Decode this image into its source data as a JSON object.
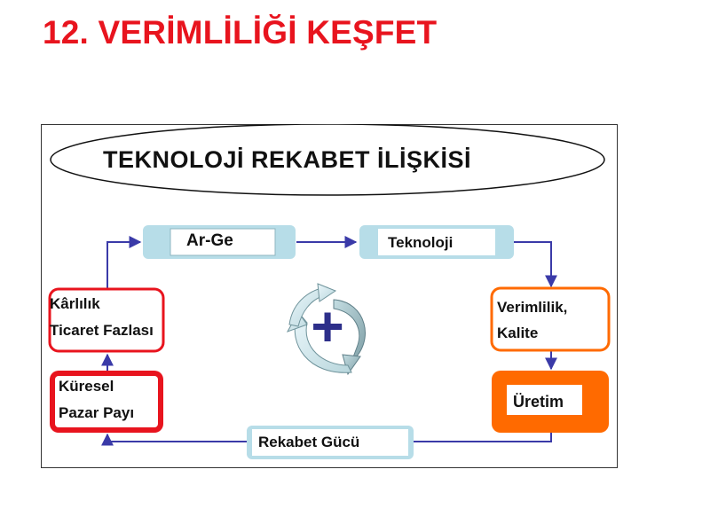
{
  "slide": {
    "title": "12. VERİMLİLİĞİ KEŞFET"
  },
  "diagram": {
    "title": "TEKNOLOJİ REKABET İLİŞKİSİ",
    "nodes": {
      "arge": "Ar-Ge",
      "teknoloji": "Teknoloji",
      "verimlilik_line1": "Verimlilik,",
      "verimlilik_line2": "Kalite",
      "uretim": "Üretim",
      "karlilik_line1": "Kârlılık",
      "karlilik_line2": "Ticaret Fazlası",
      "kuresel_line1": "Küresel",
      "kuresel_line2": "Pazar Payı",
      "rekabet": "Rekabet Gücü"
    },
    "center_symbol": "+",
    "colors": {
      "title_red": "#e8141e",
      "node_blue": "#b7dde8",
      "node_orange": "#ff6a00",
      "node_red": "#e8141e",
      "arrow_navy": "#3a3aa8",
      "plus_navy": "#2d2f8a"
    }
  }
}
